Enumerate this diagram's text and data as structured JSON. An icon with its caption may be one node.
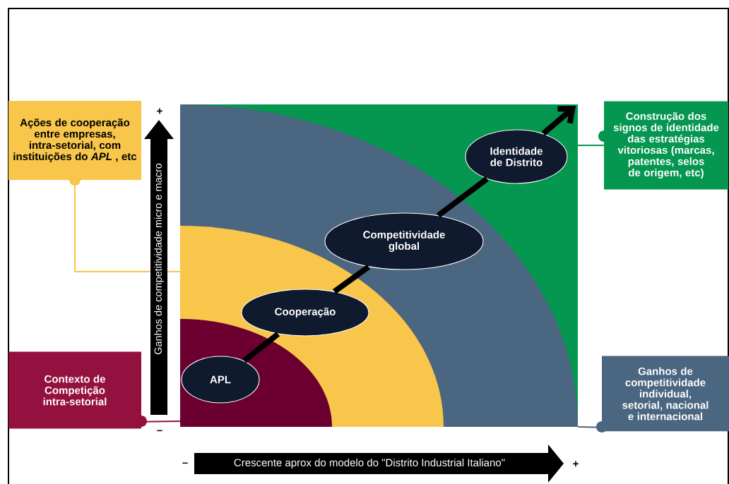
{
  "diagram": {
    "nodes": [
      {
        "text": [
          "Ações de cooperação entre empresas, intra-setorial, com instituições do *APL* , etc"
        ]
      },
      {
        "text": [
          "Construção dos signos de identidade das estratégias vitoriosas (marcas, patentes, selos de origem, etc)"
        ]
      },
      {
        "text": [
          "Identidade de Distrito"
        ]
      },
      {
        "text": [
          "Competitividade global"
        ]
      },
      {
        "text": [
          "Cooperação"
        ]
      },
      {
        "text": [
          "APL"
        ]
      },
      {
        "text": [
          "Contexto de Competição intra-setorial"
        ]
      },
      {
        "text": [
          "Ganhos de competitividade individual, setorial, nacional e internacional"
        ]
      }
    ],
    "edges": [
      {
        "from": 5,
        "to": 4,
        "arrow": "none",
        "style": "thick"
      },
      {
        "from": 4,
        "to": 3,
        "arrow": "none",
        "style": "thick"
      },
      {
        "from": 3,
        "to": 2,
        "arrow": "none",
        "style": "thick"
      },
      {
        "from": 2,
        "to": null,
        "arrow": "to",
        "style": "thick"
      },
      {
        "from": 0,
        "to": null,
        "arrow": "none",
        "color": "#f7c64a"
      },
      {
        "from": 1,
        "to": null,
        "arrow": "none",
        "color": "#059650"
      },
      {
        "from": 6,
        "to": null,
        "arrow": "none",
        "color": "#94103f"
      },
      {
        "from": 7,
        "to": null,
        "arrow": "none",
        "color": "#4a6680"
      }
    ],
    "labels": [
      "+",
      "Ganhos de competitividade micro e macro",
      "–",
      "–",
      "Crescente aprox do modelo  do \"Distrito Industrial Italiano\"",
      "+"
    ]
  }
}
